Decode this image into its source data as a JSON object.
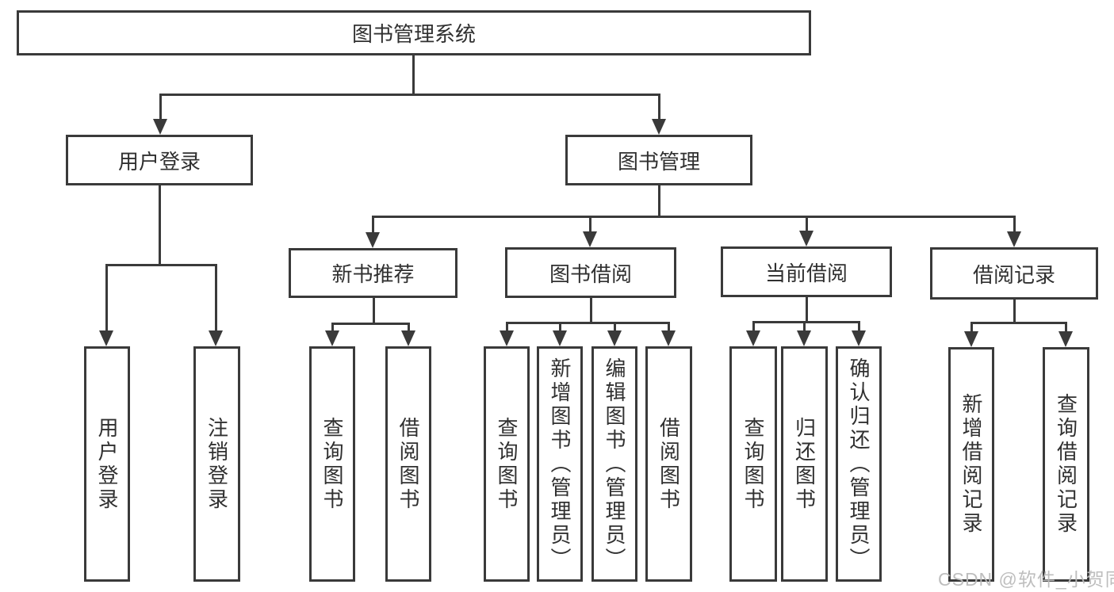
{
  "diagram": {
    "root": {
      "label": "图书管理系统"
    },
    "level2": [
      {
        "label": "用户登录"
      },
      {
        "label": "图书管理"
      }
    ],
    "level3": [
      {
        "label": "新书推荐"
      },
      {
        "label": "图书借阅"
      },
      {
        "label": "当前借阅"
      },
      {
        "label": "借阅记录"
      }
    ],
    "leaves": {
      "user_login": [
        {
          "label": "用户登录"
        },
        {
          "label": "注销登录"
        }
      ],
      "new_books": [
        {
          "label": "查询图书"
        },
        {
          "label": "借阅图书"
        }
      ],
      "book_borrowing": [
        {
          "label": "查询图书"
        },
        {
          "label": "新增图书（管理员）"
        },
        {
          "label": "编辑图书（管理员）"
        },
        {
          "label": "借阅图书"
        }
      ],
      "current_borrowing": [
        {
          "label": "查询图书"
        },
        {
          "label": "归还图书"
        },
        {
          "label": "确认归还（管理员）"
        }
      ],
      "borrowing_records": [
        {
          "label": "新增借阅记录"
        },
        {
          "label": "查询借阅记录"
        }
      ]
    },
    "watermark": "CSDN @软件_小贺同学",
    "colors": {
      "line": "#3a3a3a",
      "text": "#303030",
      "watermark": "#bababa",
      "background": "#ffffff"
    }
  }
}
